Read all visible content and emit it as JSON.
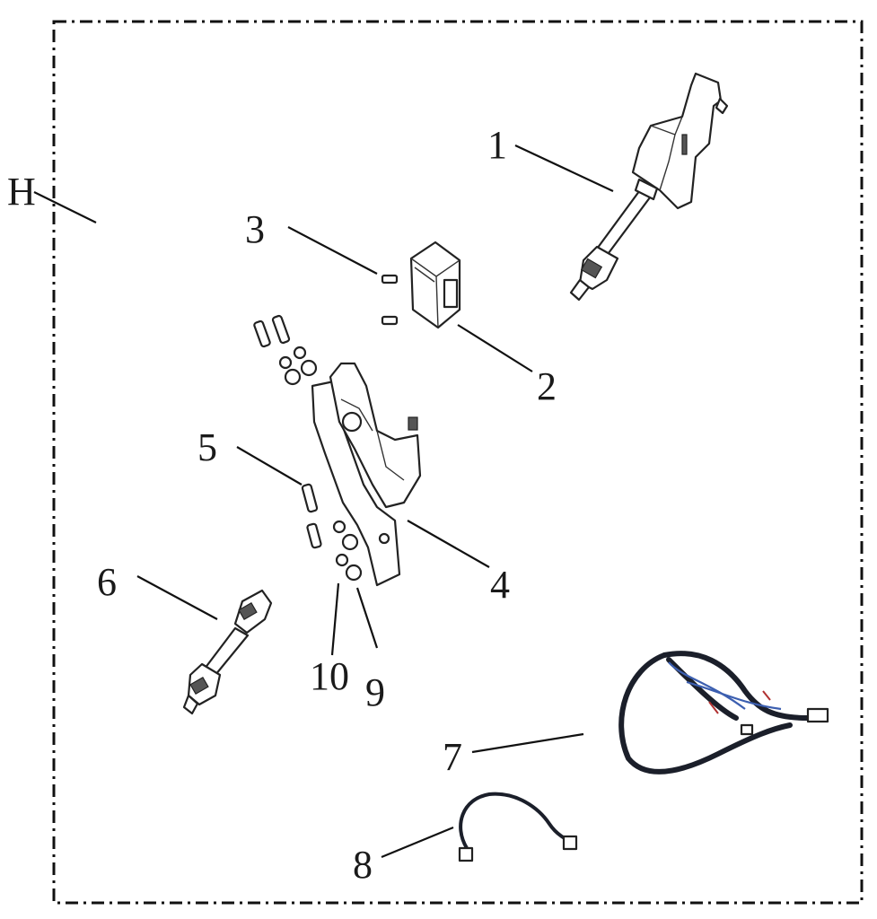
{
  "assembly_label": "H",
  "callouts": [
    {
      "id": "1",
      "text": "1"
    },
    {
      "id": "2",
      "text": "2"
    },
    {
      "id": "3",
      "text": "3"
    },
    {
      "id": "4",
      "text": "4"
    },
    {
      "id": "5",
      "text": "5"
    },
    {
      "id": "6",
      "text": "6"
    },
    {
      "id": "7",
      "text": "7"
    },
    {
      "id": "8",
      "text": "8"
    },
    {
      "id": "9",
      "text": "9"
    },
    {
      "id": "10",
      "text": "10"
    }
  ]
}
